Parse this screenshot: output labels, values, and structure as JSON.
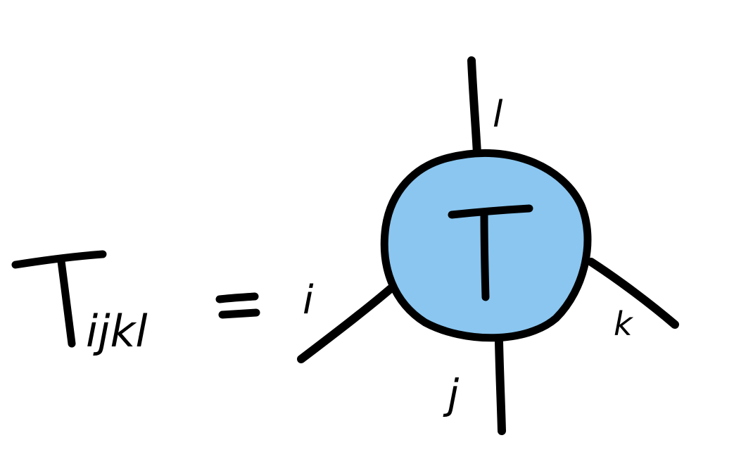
{
  "equation": {
    "lhs_symbol": "T",
    "lhs_indices": "ijkl",
    "equals": "="
  },
  "tensor_node": {
    "label": "T",
    "fill_color": "#8AC6F0",
    "outline_color": "#000000"
  },
  "legs": {
    "top": "l",
    "left": "i",
    "bottom": "j",
    "right": "k"
  }
}
